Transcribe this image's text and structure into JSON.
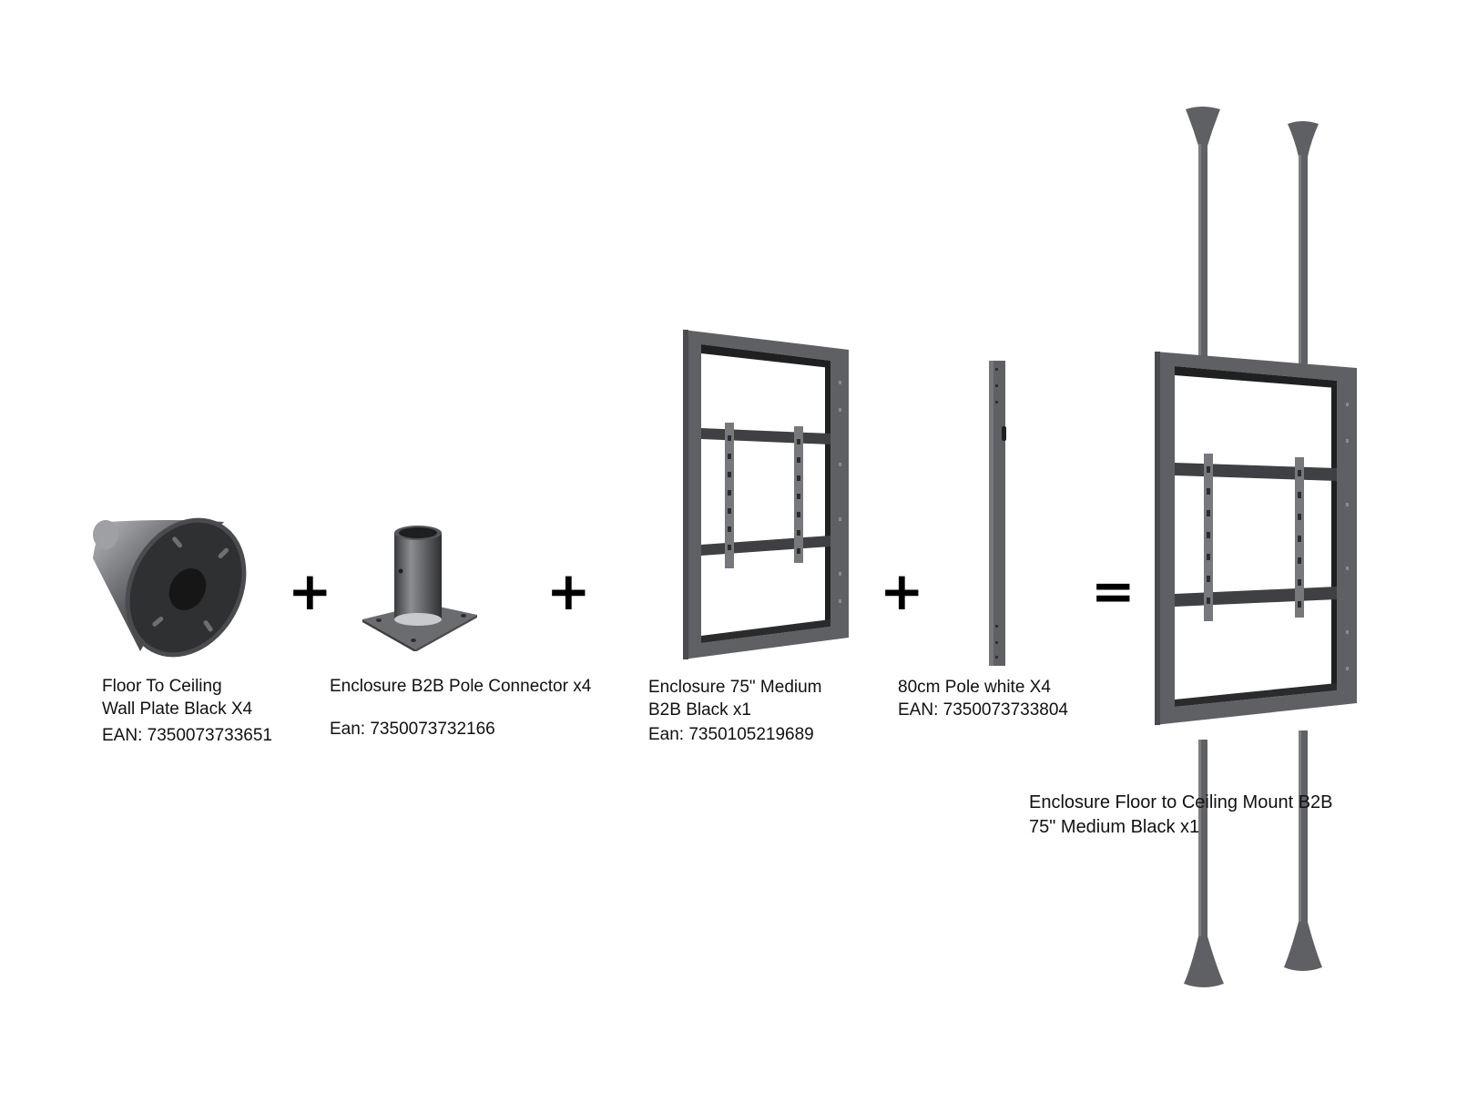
{
  "components": [
    {
      "id": "wall-plate",
      "name_lines": [
        "Floor To Ceiling",
        "Wall Plate Black X4"
      ],
      "ean": "EAN: 7350073733651"
    },
    {
      "id": "pole-connector",
      "name_lines": [
        "Enclosure B2B Pole Connector x4"
      ],
      "ean": "Ean: 7350073732166"
    },
    {
      "id": "enclosure",
      "name_lines": [
        "Enclosure 75\" Medium",
        "B2B Black x1"
      ],
      "ean": "Ean: 7350105219689"
    },
    {
      "id": "pole",
      "name_lines": [
        "80cm Pole white X4"
      ],
      "ean": "EAN:  7350073733804"
    }
  ],
  "operators": [
    "+",
    "+",
    "+",
    "="
  ],
  "result": {
    "name_lines": [
      "Enclosure Floor to Ceiling Mount B2B",
      "75\" Medium Black x1"
    ]
  },
  "colors": {
    "metal": "#5f6063",
    "metal_dark": "#2a2b2d",
    "metal_light": "#8a8b8e",
    "text": "#111111"
  },
  "icons": [
    "wall-plate-icon",
    "pole-connector-icon",
    "enclosure-frame-icon",
    "pole-icon",
    "assembled-mount-icon"
  ]
}
